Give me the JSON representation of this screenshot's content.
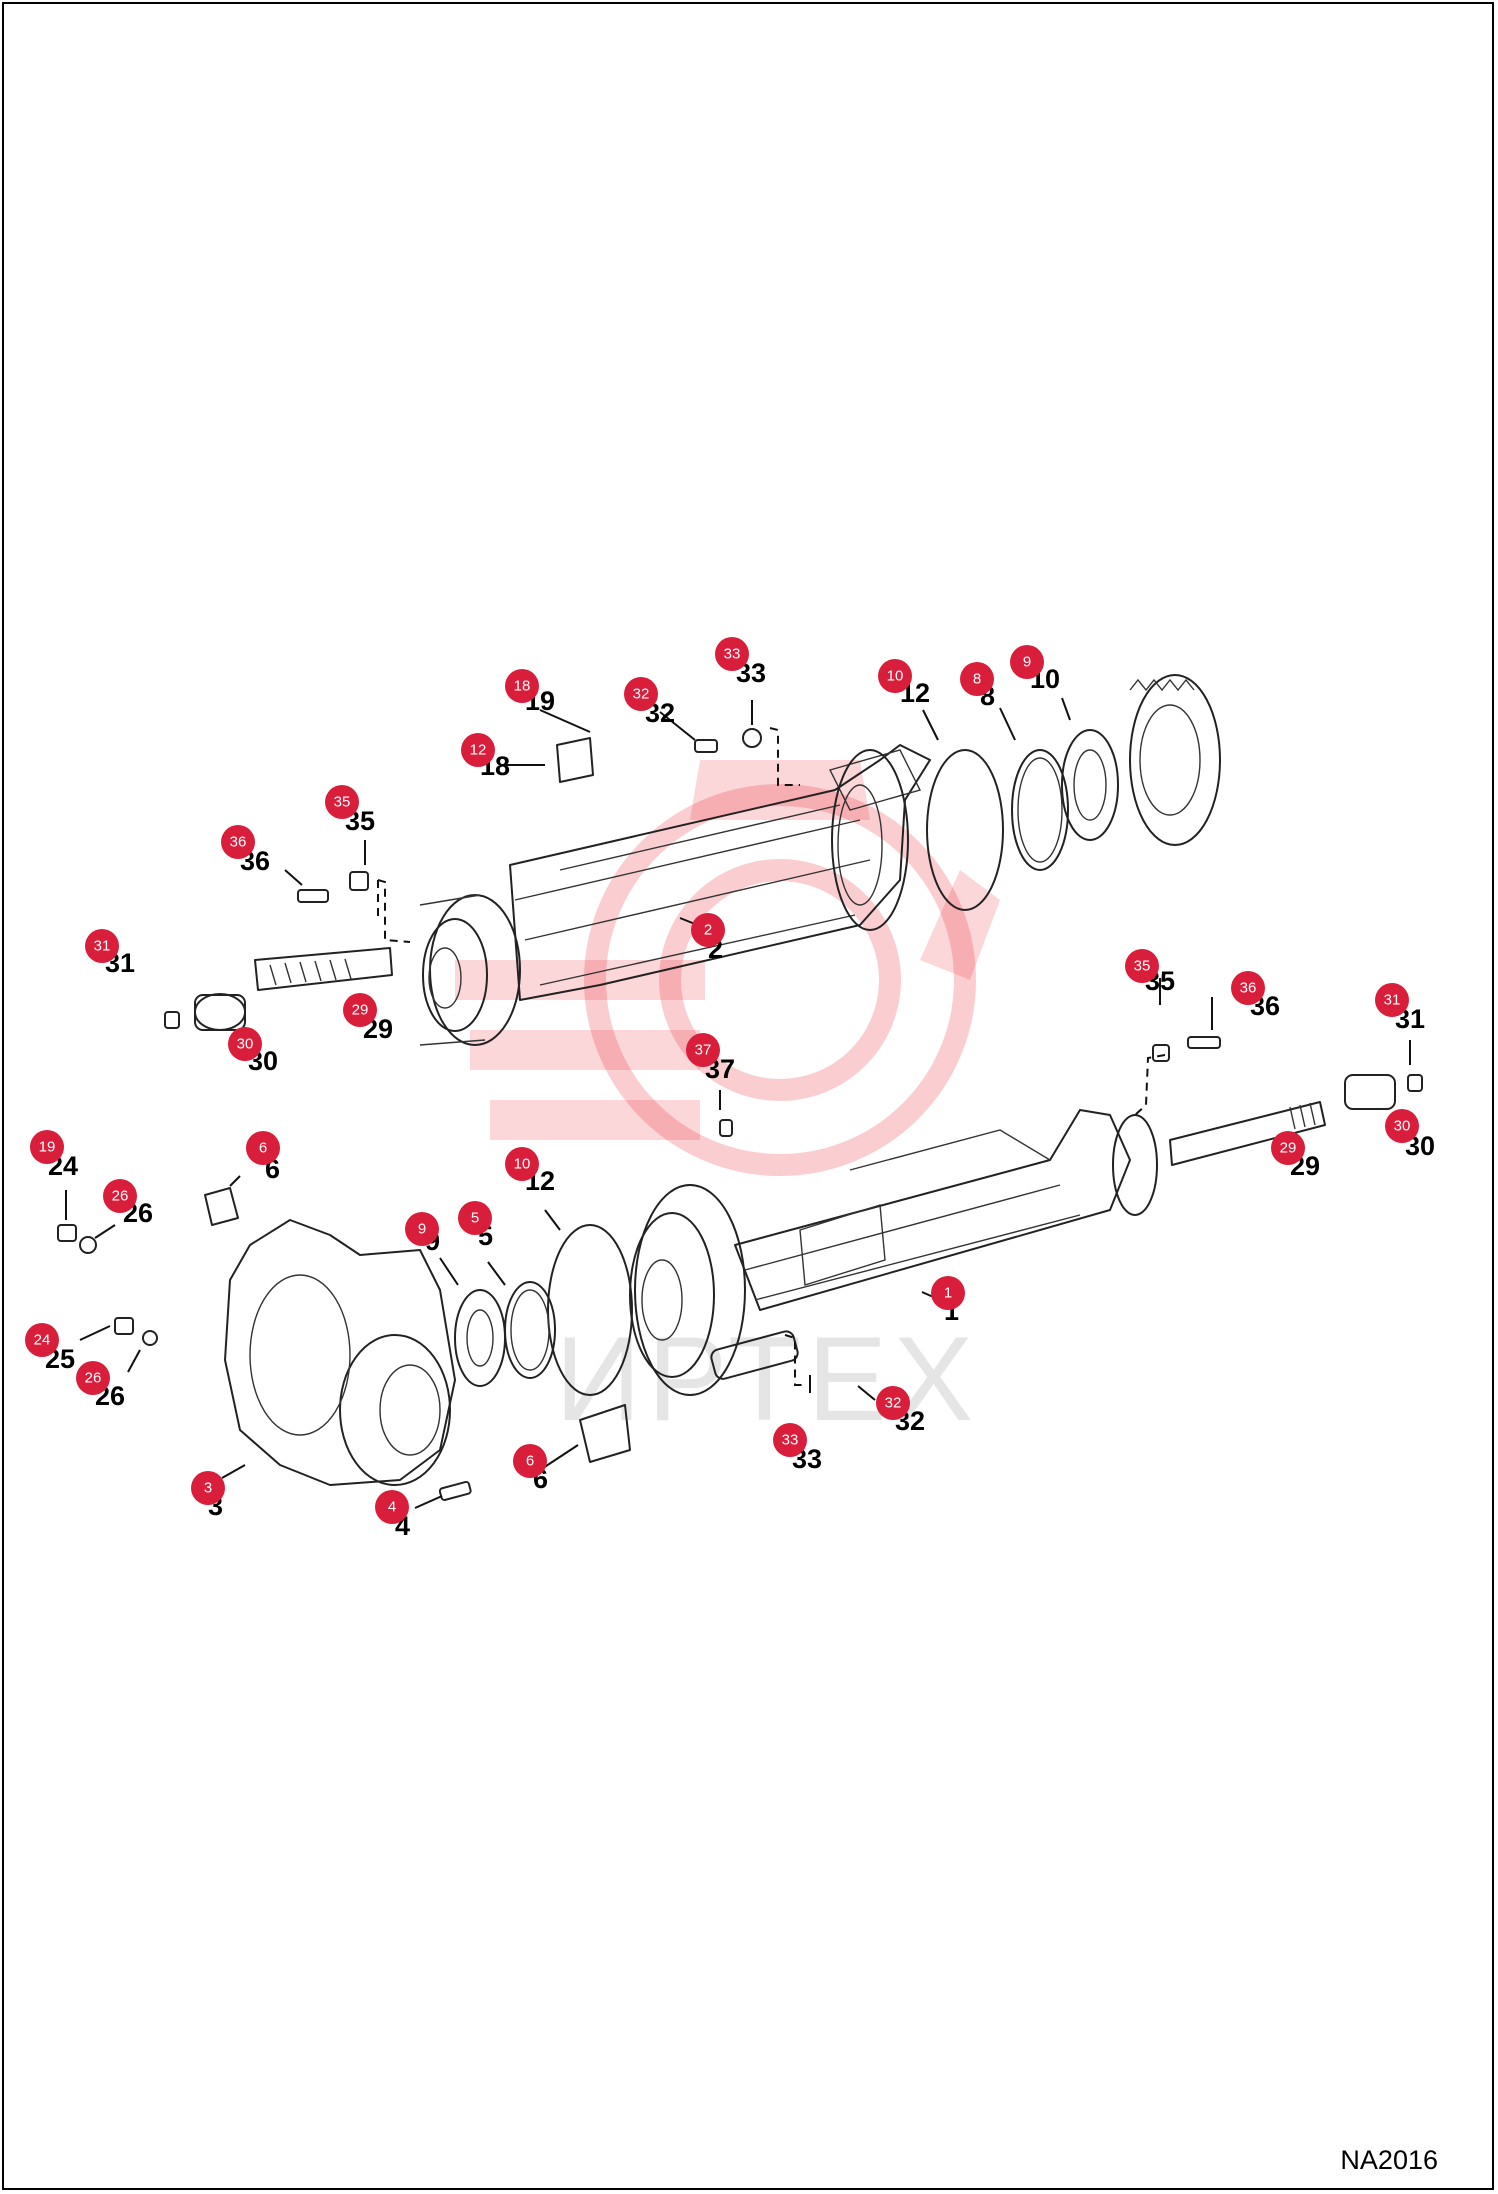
{
  "figure_code": "NA2016",
  "watermark_text": "ИРТЕХ",
  "brand_color": "#d81e3a",
  "callouts": [
    "1",
    "2",
    "3",
    "4",
    "5",
    "6",
    "8",
    "9",
    "10",
    "12",
    "18",
    "19",
    "24",
    "25",
    "26",
    "29",
    "30",
    "31",
    "32",
    "33",
    "35",
    "36",
    "37"
  ]
}
